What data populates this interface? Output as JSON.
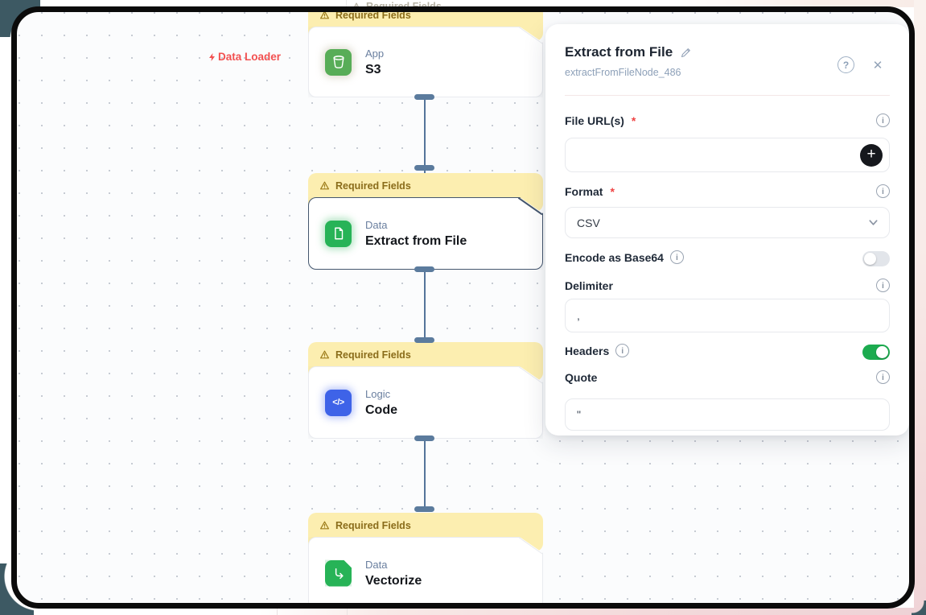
{
  "page": {
    "data_loader_label": "Data Loader",
    "required_marker": "*"
  },
  "canvas": {
    "banner_text": "Required Fields",
    "nodes": [
      {
        "category": "App",
        "title": "S3",
        "icon": "s3-bucket-icon",
        "selected": false
      },
      {
        "category": "Data",
        "title": "Extract from File",
        "icon": "file-icon",
        "selected": true
      },
      {
        "category": "Logic",
        "title": "Code",
        "icon": "code-icon",
        "selected": false
      },
      {
        "category": "Data",
        "title": "Vectorize",
        "icon": "vectorize-icon",
        "selected": false
      }
    ],
    "code_icon_glyph": "</>"
  },
  "panel": {
    "title": "Extract from File",
    "node_id": "extractFromFileNode_486",
    "fields": {
      "file_urls": {
        "label": "File URL(s)",
        "required": true,
        "value": "",
        "placeholder": ""
      },
      "format": {
        "label": "Format",
        "required": true,
        "value": "CSV"
      },
      "encode_base64": {
        "label": "Encode as Base64",
        "state": "off"
      },
      "delimiter": {
        "label": "Delimiter",
        "value": ","
      },
      "headers": {
        "label": "Headers",
        "state": "on"
      },
      "quote": {
        "label": "Quote",
        "value": "\""
      }
    }
  },
  "colors": {
    "banner_yellow": "#fceeb0",
    "banner_text": "#8a6c1a",
    "node_green": "#27b357",
    "s3_green": "#58ad58",
    "code_blue": "#3e63e8",
    "toggle_on_green": "#1cab4f",
    "required_red": "#ef4444",
    "data_loader_red": "#f25050",
    "handle_slate": "#5b7b9d",
    "frame_black": "#0b0b0b",
    "corner_teal": "#3d5963",
    "outer_pink": "#f0d4d7"
  }
}
